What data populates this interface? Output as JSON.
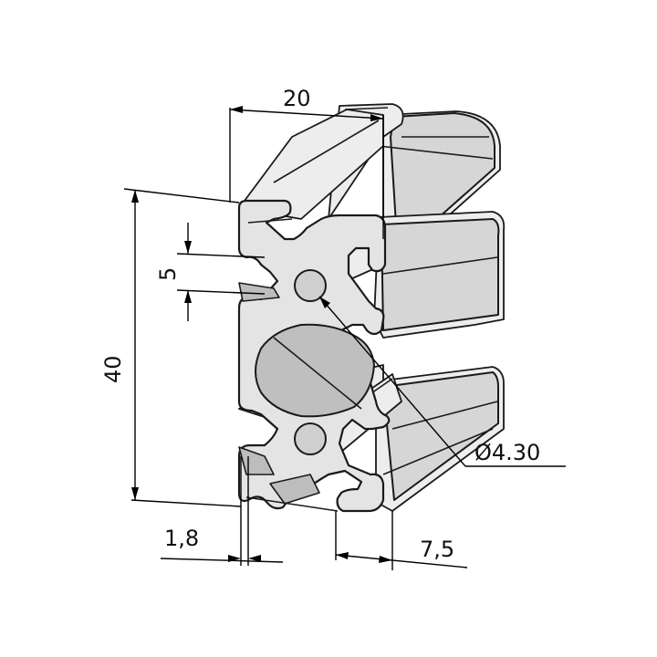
{
  "dimensions": {
    "width_label": "20",
    "height_label": "40",
    "slot_label": "5",
    "hole_label": "Ø4.30",
    "wall_label": "1,8",
    "flange_label": "7,5"
  }
}
